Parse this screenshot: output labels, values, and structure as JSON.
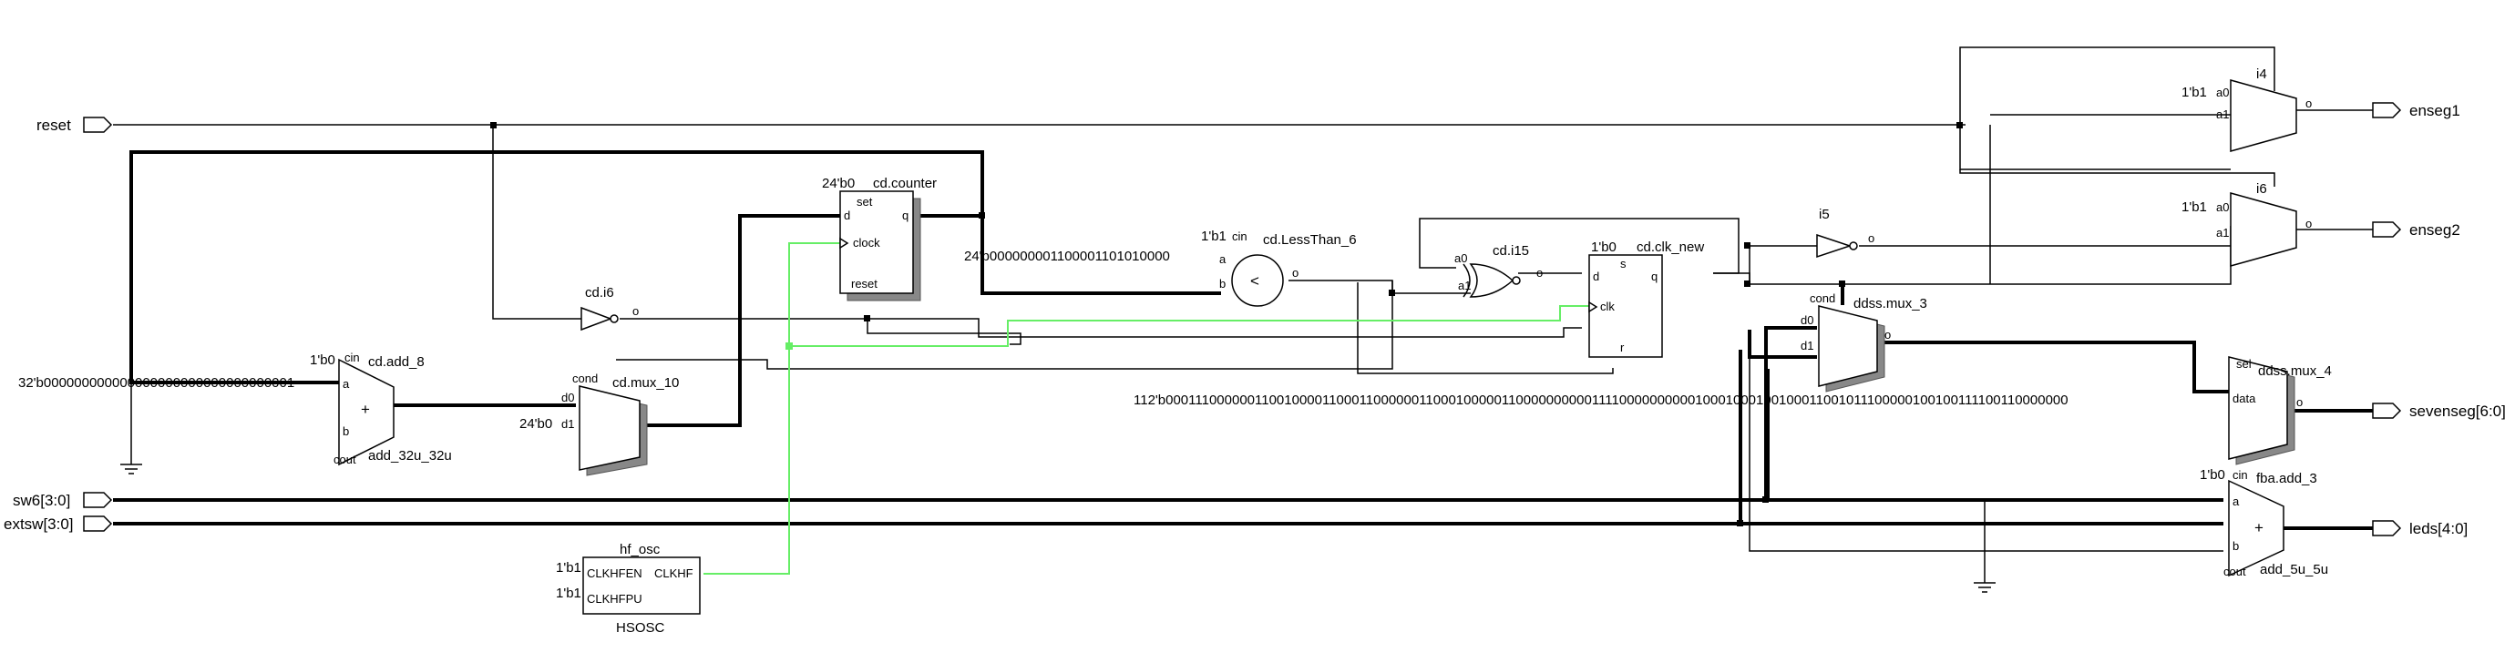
{
  "ports": {
    "reset": "reset",
    "sw6": "sw6[3:0]",
    "extsw": "extsw[3:0]",
    "enseg1": "enseg1",
    "enseg2": "enseg2",
    "sevenseg": "sevenseg[6:0]",
    "leds": "leds[4:0]"
  },
  "cells": {
    "cd_add_8": {
      "name": "cd.add_8",
      "type": "add_32u_32u",
      "const_cin": "1'b0",
      "pin_cin": "cin",
      "pin_a": "a",
      "pin_b": "b",
      "pin_cout": "cout",
      "symbol": "+"
    },
    "cd_mux_10": {
      "name": "cd.mux_10",
      "const_d1": "24'b0",
      "pin_cond": "cond",
      "pin_d0": "d0",
      "pin_d1": "d1"
    },
    "cd_i6": {
      "name": "cd.i6",
      "pin_o": "o"
    },
    "cd_counter": {
      "name": "cd.counter",
      "const_set": "24'b0",
      "pin_set": "set",
      "pin_d": "d",
      "pin_q": "q",
      "pin_clock": "clock",
      "pin_reset": "reset"
    },
    "cd_lessthan": {
      "name": "cd.LessThan_6",
      "const_cin": "1'b1",
      "pin_cin": "cin",
      "pin_a": "a",
      "pin_b": "b",
      "pin_o": "o",
      "symbol": "<"
    },
    "cd_i15": {
      "name": "cd.i15",
      "pin_a0": "a0",
      "pin_a1": "a1",
      "pin_o": "o"
    },
    "cd_clk_new": {
      "name": "cd.clk_new",
      "const_s": "1'b0",
      "pin_s": "s",
      "pin_d": "d",
      "pin_q": "q",
      "pin_clk": "clk",
      "pin_r": "r"
    },
    "i5": {
      "name": "i5",
      "pin_o": "o"
    },
    "i4": {
      "name": "i4",
      "const_a0": "1'b1",
      "pin_a0": "a0",
      "pin_a1": "a1",
      "pin_o": "o"
    },
    "i6": {
      "name": "i6",
      "const_a0": "1'b1",
      "pin_a0": "a0",
      "pin_a1": "a1",
      "pin_o": "o"
    },
    "ddss_mux_3": {
      "name": "ddss.mux_3",
      "pin_cond": "cond",
      "pin_d0": "d0",
      "pin_d1": "d1",
      "pin_o": "o"
    },
    "ddss_mux_4": {
      "name": "ddss.mux_4",
      "pin_sel": "sel",
      "pin_data": "data",
      "pin_o": "o"
    },
    "fba_add_3": {
      "name": "fba.add_3",
      "type": "add_5u_5u",
      "const_cin": "1'b0",
      "pin_cin": "cin",
      "pin_a": "a",
      "pin_b": "b",
      "pin_cout": "cout",
      "symbol": "+"
    },
    "hf_osc": {
      "name": "hf_osc",
      "type": "HSOSC",
      "pin_en": "CLKHFEN",
      "pin_pu": "CLKHFPU",
      "pin_out": "CLKHF",
      "const_en": "1'b1",
      "const_pu": "1'b1"
    }
  },
  "constants": {
    "c32": "32'b000000000000000000000000000000001",
    "c24": "24'b000000001100001101010000",
    "c112": "112'b0001110000001100100001100011000000110001000001100000000001111000000000010001000100100011001011100000100100111100110000000"
  }
}
